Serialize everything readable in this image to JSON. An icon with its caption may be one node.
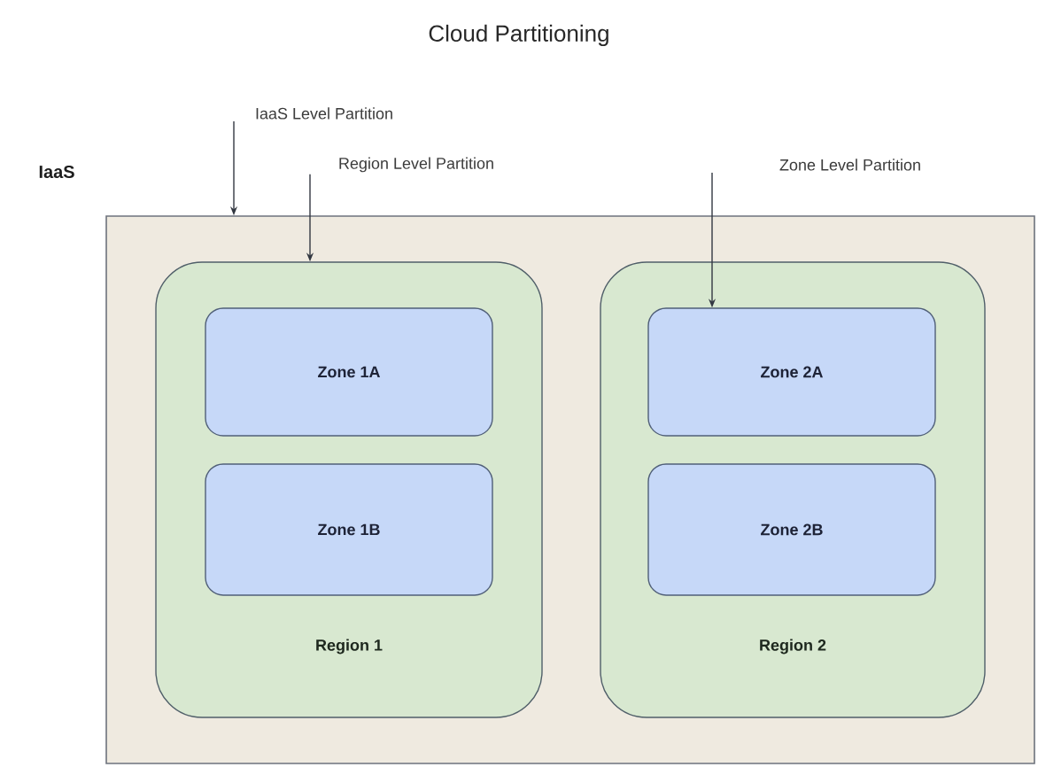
{
  "diagram": {
    "title": "Cloud Partitioning",
    "nodes": [
      {
        "text": [
          "IaaS"
        ]
      },
      {
        "text": [
          "Region 1"
        ],
        "in": 0
      },
      {
        "text": [
          "Zone 1A"
        ],
        "in": 1
      },
      {
        "text": [
          "Zone 1B"
        ],
        "in": 1
      },
      {
        "text": [
          "Region 2"
        ],
        "in": 0
      },
      {
        "text": [
          "Zone 2A"
        ],
        "in": 4
      },
      {
        "text": [
          "Zone 2B"
        ],
        "in": 4
      },
      {
        "text": [
          "IaaS Level Partition"
        ]
      },
      {
        "text": [
          "Region Level Partition"
        ]
      },
      {
        "text": [
          "Zone Level Partition"
        ]
      }
    ],
    "edges": [
      {
        "from": 7,
        "to": 0,
        "arrow": "to"
      },
      {
        "from": 8,
        "to": 1,
        "arrow": "to"
      },
      {
        "from": 9,
        "to": 5,
        "arrow": "to"
      }
    ]
  }
}
